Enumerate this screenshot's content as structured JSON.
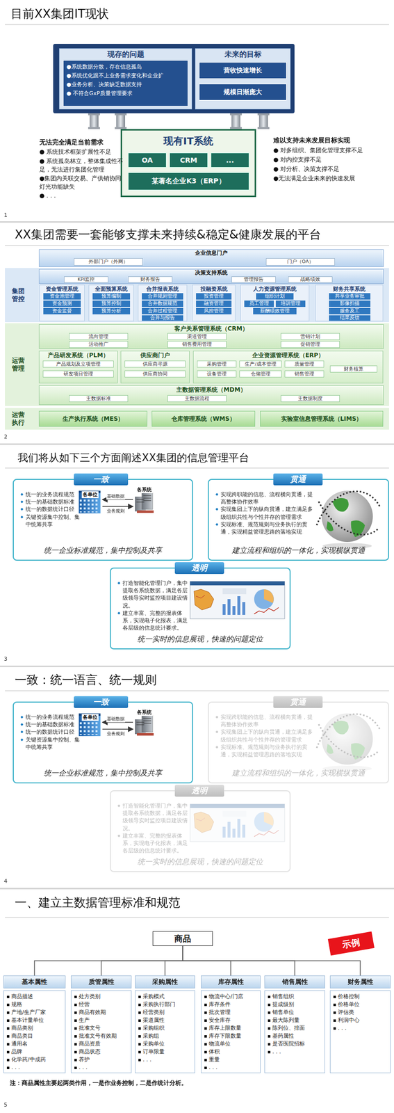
{
  "diagram": {
    "nodes": [
      {
        "text": [
          "现存的问题"
        ]
      },
      {
        "text": [
          "●系统数据分散，存在信息孤岛",
          "●系统优化跟不上业务需求变化和企业扩",
          "●业务分析、决策缺乏数据支持",
          "● 不符合GxP质量管理要求"
        ],
        "in": 0
      },
      {
        "text": [
          "未来的目标"
        ]
      },
      {
        "text": [
          "营收快速增长"
        ],
        "in": 2
      },
      {
        "text": [
          "规模日渐庞大"
        ],
        "in": 2
      },
      {
        "text": [
          "现有IT系统"
        ]
      },
      {
        "text": [
          "OA"
        ],
        "in": 5
      },
      {
        "text": [
          "CRM"
        ],
        "in": 5
      },
      {
        "text": [
          "..."
        ],
        "in": 5
      },
      {
        "text": [
          "某著名企业K3（ERP）"
        ],
        "in": 5
      },
      {
        "text": [
          "企业信息门户"
        ]
      },
      {
        "text": [
          "外部门户（外网）"
        ],
        "in": 10
      },
      {
        "text": [
          "门户（OA）"
        ],
        "in": 10
      },
      {
        "text": [
          "集团 管控"
        ]
      },
      {
        "text": [
          "决策支持系统"
        ],
        "in": 13
      },
      {
        "text": [
          "KPI监控"
        ],
        "in": 14
      },
      {
        "text": [
          "财务报告"
        ],
        "in": 14
      },
      {
        "text": [
          "管理报告"
        ],
        "in": 14
      },
      {
        "text": [
          "战略绩效"
        ],
        "in": 14
      },
      {
        "text": [
          "资金管理系统"
        ],
        "in": 13
      },
      {
        "text": [
          "资金池管理"
        ],
        "in": 19
      },
      {
        "text": [
          "资金预测"
        ],
        "in": 19
      },
      {
        "text": [
          "资金监督"
        ],
        "in": 19
      },
      {
        "text": [
          "全面预算系统"
        ],
        "in": 13
      },
      {
        "text": [
          "预算编制"
        ],
        "in": 23
      },
      {
        "text": [
          "预算控制"
        ],
        "in": 23
      },
      {
        "text": [
          "预算分析"
        ],
        "in": 23
      },
      {
        "text": [
          "合并报表系统"
        ],
        "in": 13
      },
      {
        "text": [
          "合并规则管理"
        ],
        "in": 27
      },
      {
        "text": [
          "合并数据规范"
        ],
        "in": 27
      },
      {
        "text": [
          "合并过程管理"
        ],
        "in": 27
      },
      {
        "text": [
          "合并与报告"
        ],
        "in": 27
      },
      {
        "text": [
          "投融资系统"
        ],
        "in": 13
      },
      {
        "text": [
          "投资管理"
        ],
        "in": 32
      },
      {
        "text": [
          "融资管理"
        ],
        "in": 32
      },
      {
        "text": [
          "风控管理"
        ],
        "in": 32
      },
      {
        "text": [
          "人力资源管理系统"
        ],
        "in": 13
      },
      {
        "text": [
          "组织计划"
        ],
        "in": 36
      },
      {
        "text": [
          "员工管理"
        ],
        "in": 36
      },
      {
        "text": [
          "培训管理"
        ],
        "in": 36
      },
      {
        "text": [
          "薪酬绩效管理"
        ],
        "in": 36
      },
      {
        "text": [
          "财务共享系统"
        ],
        "in": 13
      },
      {
        "text": [
          "共享业务审批"
        ],
        "in": 41
      },
      {
        "text": [
          "影像扫描"
        ],
        "in": 41
      },
      {
        "text": [
          "服务及工"
        ],
        "in": 41
      },
      {
        "text": [
          "结果反馈"
        ],
        "in": 41
      },
      {
        "text": [
          "运营 管理"
        ]
      },
      {
        "text": [
          "客户关系管理系统（CRM）"
        ],
        "in": 46
      },
      {
        "text": [
          "流向管理"
        ],
        "in": 47
      },
      {
        "text": [
          "渠道管理"
        ],
        "in": 47
      },
      {
        "text": [
          "营销计划"
        ],
        "in": 47
      },
      {
        "text": [
          "活动推广"
        ],
        "in": 47
      },
      {
        "text": [
          "销售费用管理"
        ],
        "in": 47
      },
      {
        "text": [
          "促销管理"
        ],
        "in": 47
      },
      {
        "text": [
          "产品研发系统（PLM）"
        ],
        "in": 46
      },
      {
        "text": [
          "产品规划及立项管理"
        ],
        "in": 54
      },
      {
        "text": [
          "研发项目管理"
        ],
        "in": 54
      },
      {
        "text": [
          "供应商门户"
        ],
        "in": 46
      },
      {
        "text": [
          "供应商寻源"
        ],
        "in": 57
      },
      {
        "text": [
          "供应商协同"
        ],
        "in": 57
      },
      {
        "text": [
          "企业资源管理系统（ERP）"
        ],
        "in": 46
      },
      {
        "text": [
          "采购管理"
        ],
        "in": 60
      },
      {
        "text": [
          "生产/成本管理"
        ],
        "in": 60
      },
      {
        "text": [
          "质量管理"
        ],
        "in": 60
      },
      {
        "text": [
          "财务核算"
        ],
        "in": 60
      },
      {
        "text": [
          "设备管理"
        ],
        "in": 60
      },
      {
        "text": [
          "仓储管理"
        ],
        "in": 60
      },
      {
        "text": [
          "销售管理"
        ],
        "in": 60
      },
      {
        "text": [
          "主数据管理系统（MDM）"
        ],
        "in": 46
      },
      {
        "text": [
          "主数据标准"
        ],
        "in": 68
      },
      {
        "text": [
          "主数据流程"
        ],
        "in": 68
      },
      {
        "text": [
          "主数据制度"
        ],
        "in": 68
      },
      {
        "text": [
          "运营 执行"
        ]
      },
      {
        "text": [
          "生产执行系统（MES）"
        ],
        "in": 72
      },
      {
        "text": [
          "仓库管理系统（WMS）"
        ],
        "in": 72
      },
      {
        "text": [
          "实验室信息管理系统（LIMS）"
        ],
        "in": 72
      },
      {
        "text": [
          "统一的业务流程规范",
          "统一的基础数据标准",
          "统一的数据统计口径",
          "关键资源集中控制、集中统筹共享",
          "统一企业标准规范，集中控制及共享"
        ]
      },
      {
        "text": [
          "一致"
        ],
        "in": 76
      },
      {
        "text": [
          "实现跨职能的信息、流程横向贯通，提高整体协作效率",
          "实现集团上下的纵向贯通，建立满足多级组织共性与个性并存的管理需求",
          "实现标准、规范规则与业务执行的贯通，实现精益管理思路的落地实现",
          "建立流程和组织的一体化，实现横纵贯通"
        ]
      },
      {
        "text": [
          "贯通"
        ],
        "in": 78
      },
      {
        "text": [
          "打造智能化管理门户，集中提取各系统数据，满足各层级领导实时监控项目建设情况。",
          "建立丰富、完整的报表体系，实现电子化报表，满足各层级的信息统计要求。",
          "统一实时的信息展现，快速的问题定位"
        ]
      },
      {
        "text": [
          "透明"
        ],
        "in": 80
      },
      {
        "text": [
          "统一的业务流程规范",
          "统一的基础数据标准",
          "统一的数据统计口径",
          "关键资源集中控制、集中统筹共享",
          "统一企业标准规范，集中控制及共享"
        ]
      },
      {
        "text": [
          "一致"
        ],
        "in": 82
      },
      {
        "text": [
          "实现跨职能的信息、流程横向贯通，提高整体协作效率",
          "实现集团上下的纵向贯通，建立满足多级组织共性与个性并存的管理需求",
          "实现标准、规范规则与业务执行的贯通，实现精益管理思路的落地实现",
          "建立流程和组织的一体化，实现横纵贯通"
        ]
      },
      {
        "text": [
          "贯通"
        ],
        "in": 84
      },
      {
        "text": [
          "打造智能化管理门户，集中提取各系统数据，满足各层级领导实时监控项目建设情况。",
          "建立丰富、完整的报表体系，实现电子化报表，满足各层级的信息统计要求。",
          "统一实时的信息展现，快速的问题定位"
        ]
      },
      {
        "text": [
          "透明"
        ],
        "in": 86
      },
      {
        "text": [
          "商品"
        ]
      },
      {
        "text": [
          "基本属性"
        ]
      },
      {
        "text": [
          "质管属性"
        ]
      },
      {
        "text": [
          "采购属性"
        ]
      },
      {
        "text": [
          "库存属性"
        ]
      },
      {
        "text": [
          "销售属性"
        ]
      },
      {
        "text": [
          "财务属性"
        ]
      },
      {
        "text": [
          "商品描述",
          "规格",
          "产地/生产厂家",
          "基本计量单位",
          "商品类别",
          "商品类目",
          "通用名",
          "品牌",
          "化学药/中成药",
          ". . ."
        ]
      },
      {
        "text": [
          "处方类别",
          "经营",
          "商品有效期",
          "生产",
          "批准文号",
          "批准文号有效期",
          "商品资质",
          "商品状态",
          "养护",
          ". . ."
        ]
      },
      {
        "text": [
          "采购模式",
          "采购执行部门",
          "经营类别",
          "渠道属性",
          "采购组织",
          "采购组",
          "采购单位",
          "订单限量",
          ". . ."
        ]
      },
      {
        "text": [
          "物流中心/门店",
          "库存条件",
          "批次管理",
          "安全库存",
          "库存上限数量",
          "库存下限数量",
          "物流单位",
          "体积",
          "重量",
          ". . ."
        ]
      },
      {
        "text": [
          "销售组织",
          "提成级别",
          "销售单位",
          "最大陈列量",
          "陈列位、排面",
          "基药属性",
          "是否医院招标",
          ". . ."
        ]
      },
      {
        "text": [
          "价格控制",
          "价格单位",
          "评估类",
          "利润中心",
          ". . ."
        ]
      },
      {
        "text": [
          "示例"
        ]
      }
    ],
    "edges": [
      {
        "from": 88,
        "to": 89,
        "arrow": "none"
      },
      {
        "from": 88,
        "to": 90,
        "arrow": "none"
      },
      {
        "from": 88,
        "to": 91,
        "arrow": "none"
      },
      {
        "from": 88,
        "to": 92,
        "arrow": "none"
      },
      {
        "from": 88,
        "to": 93,
        "arrow": "none"
      },
      {
        "from": 88,
        "to": 94,
        "arrow": "none"
      }
    ],
    "labels": [
      "目前XX集团IT现状",
      "无法完全满足当前需求",
      "● 系统技术框架扩展性不足",
      "● 系统孤岛林立，整体集成性不足，无法进行集团化管理",
      "●集团内关联交易、产供销协同灯光功能缺失",
      "● . . .",
      "难以支持未来发展目标实现",
      "● 对多组织、集团化管理支撑不足",
      "● 对内控支撑不足",
      "● 对分析、决策支撑不足",
      "●无法满足企业未来的快速发展",
      "1",
      "XX集团需要一套能够支撑未来持续&稳定&健康发展的平台",
      "2",
      "我们将从如下三个方面阐述XX集团的信息管理平台",
      "各单位",
      "基础数据",
      "各系统",
      "业务规则",
      "3",
      "一致：统一语言、统一规则",
      "各单位",
      "基础数据",
      "各系统",
      "业务规则",
      "4",
      "一、建立主数据管理标准和规范",
      "注：商品属性主要起两类作用，一是作业务控制，二是作统计分析。",
      "5"
    ]
  }
}
